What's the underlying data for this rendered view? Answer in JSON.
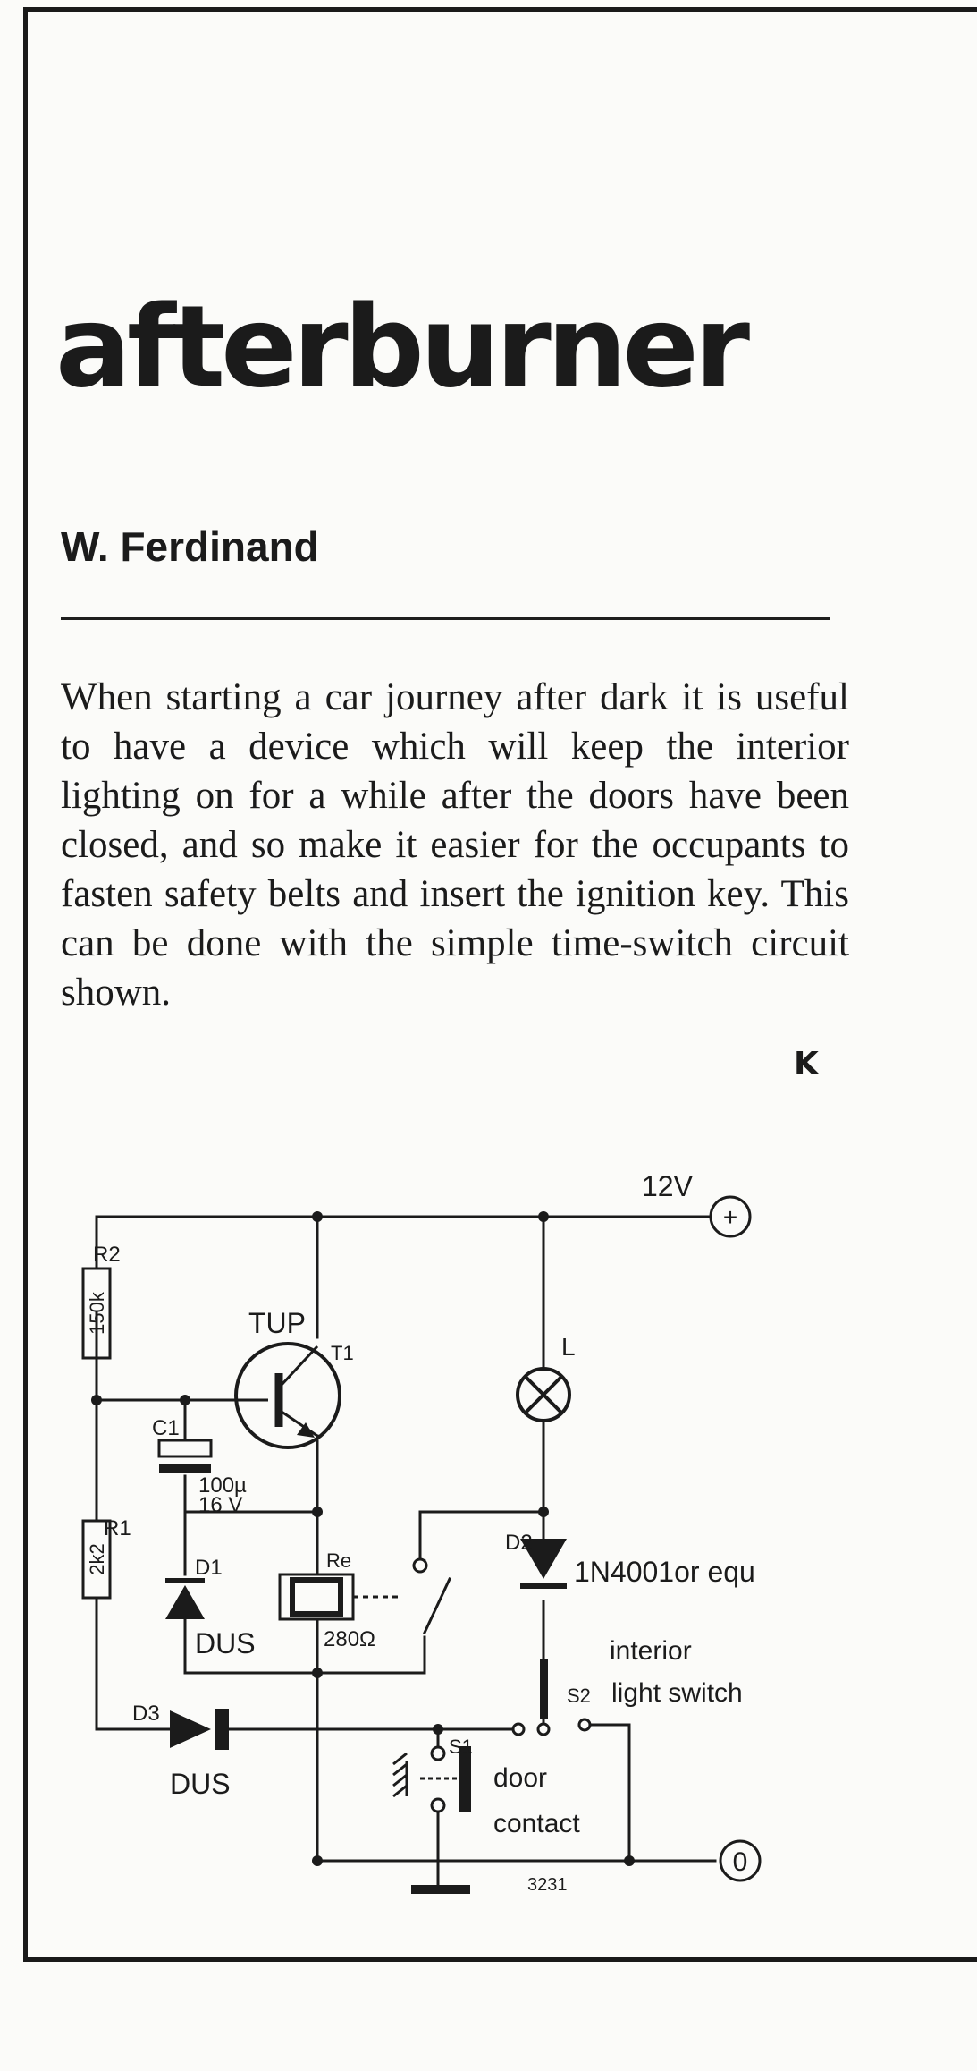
{
  "article": {
    "title": "afterburner",
    "author": "W. Ferdinand",
    "intro": "When starting a car journey after dark it is useful to have a device which will keep the interior lighting on for a while after the doors have been closed, and so make it easier for the occupants to fasten safety belts and insert the ignition key. This can be done with the simple time-switch circuit shown.",
    "end_mark": "K"
  },
  "schematic": {
    "supply": "12V",
    "plus_terminal": "+",
    "ground_terminal": "0",
    "r2_ref": "R2",
    "r2_value": "150k",
    "r1_ref": "R1",
    "r1_value": "2k2",
    "t1_type": "TUP",
    "t1_ref": "T1",
    "c1_ref": "C1",
    "c1_value": "100µ",
    "c1_voltage": "16 V",
    "d1_ref": "D1",
    "d1_type": "DUS",
    "d2_ref": "D2",
    "d2_type": "1N4001or equ",
    "d3_ref": "D3",
    "d3_type": "DUS",
    "relay_ref": "Re",
    "relay_value": "280Ω",
    "lamp_ref": "L",
    "s2_ref": "S2",
    "s2_line1": "interior",
    "s2_line2": "light switch",
    "s1_ref": "S1",
    "s1_line1": "door",
    "s1_line2": "contact",
    "figure_number": "3231"
  }
}
